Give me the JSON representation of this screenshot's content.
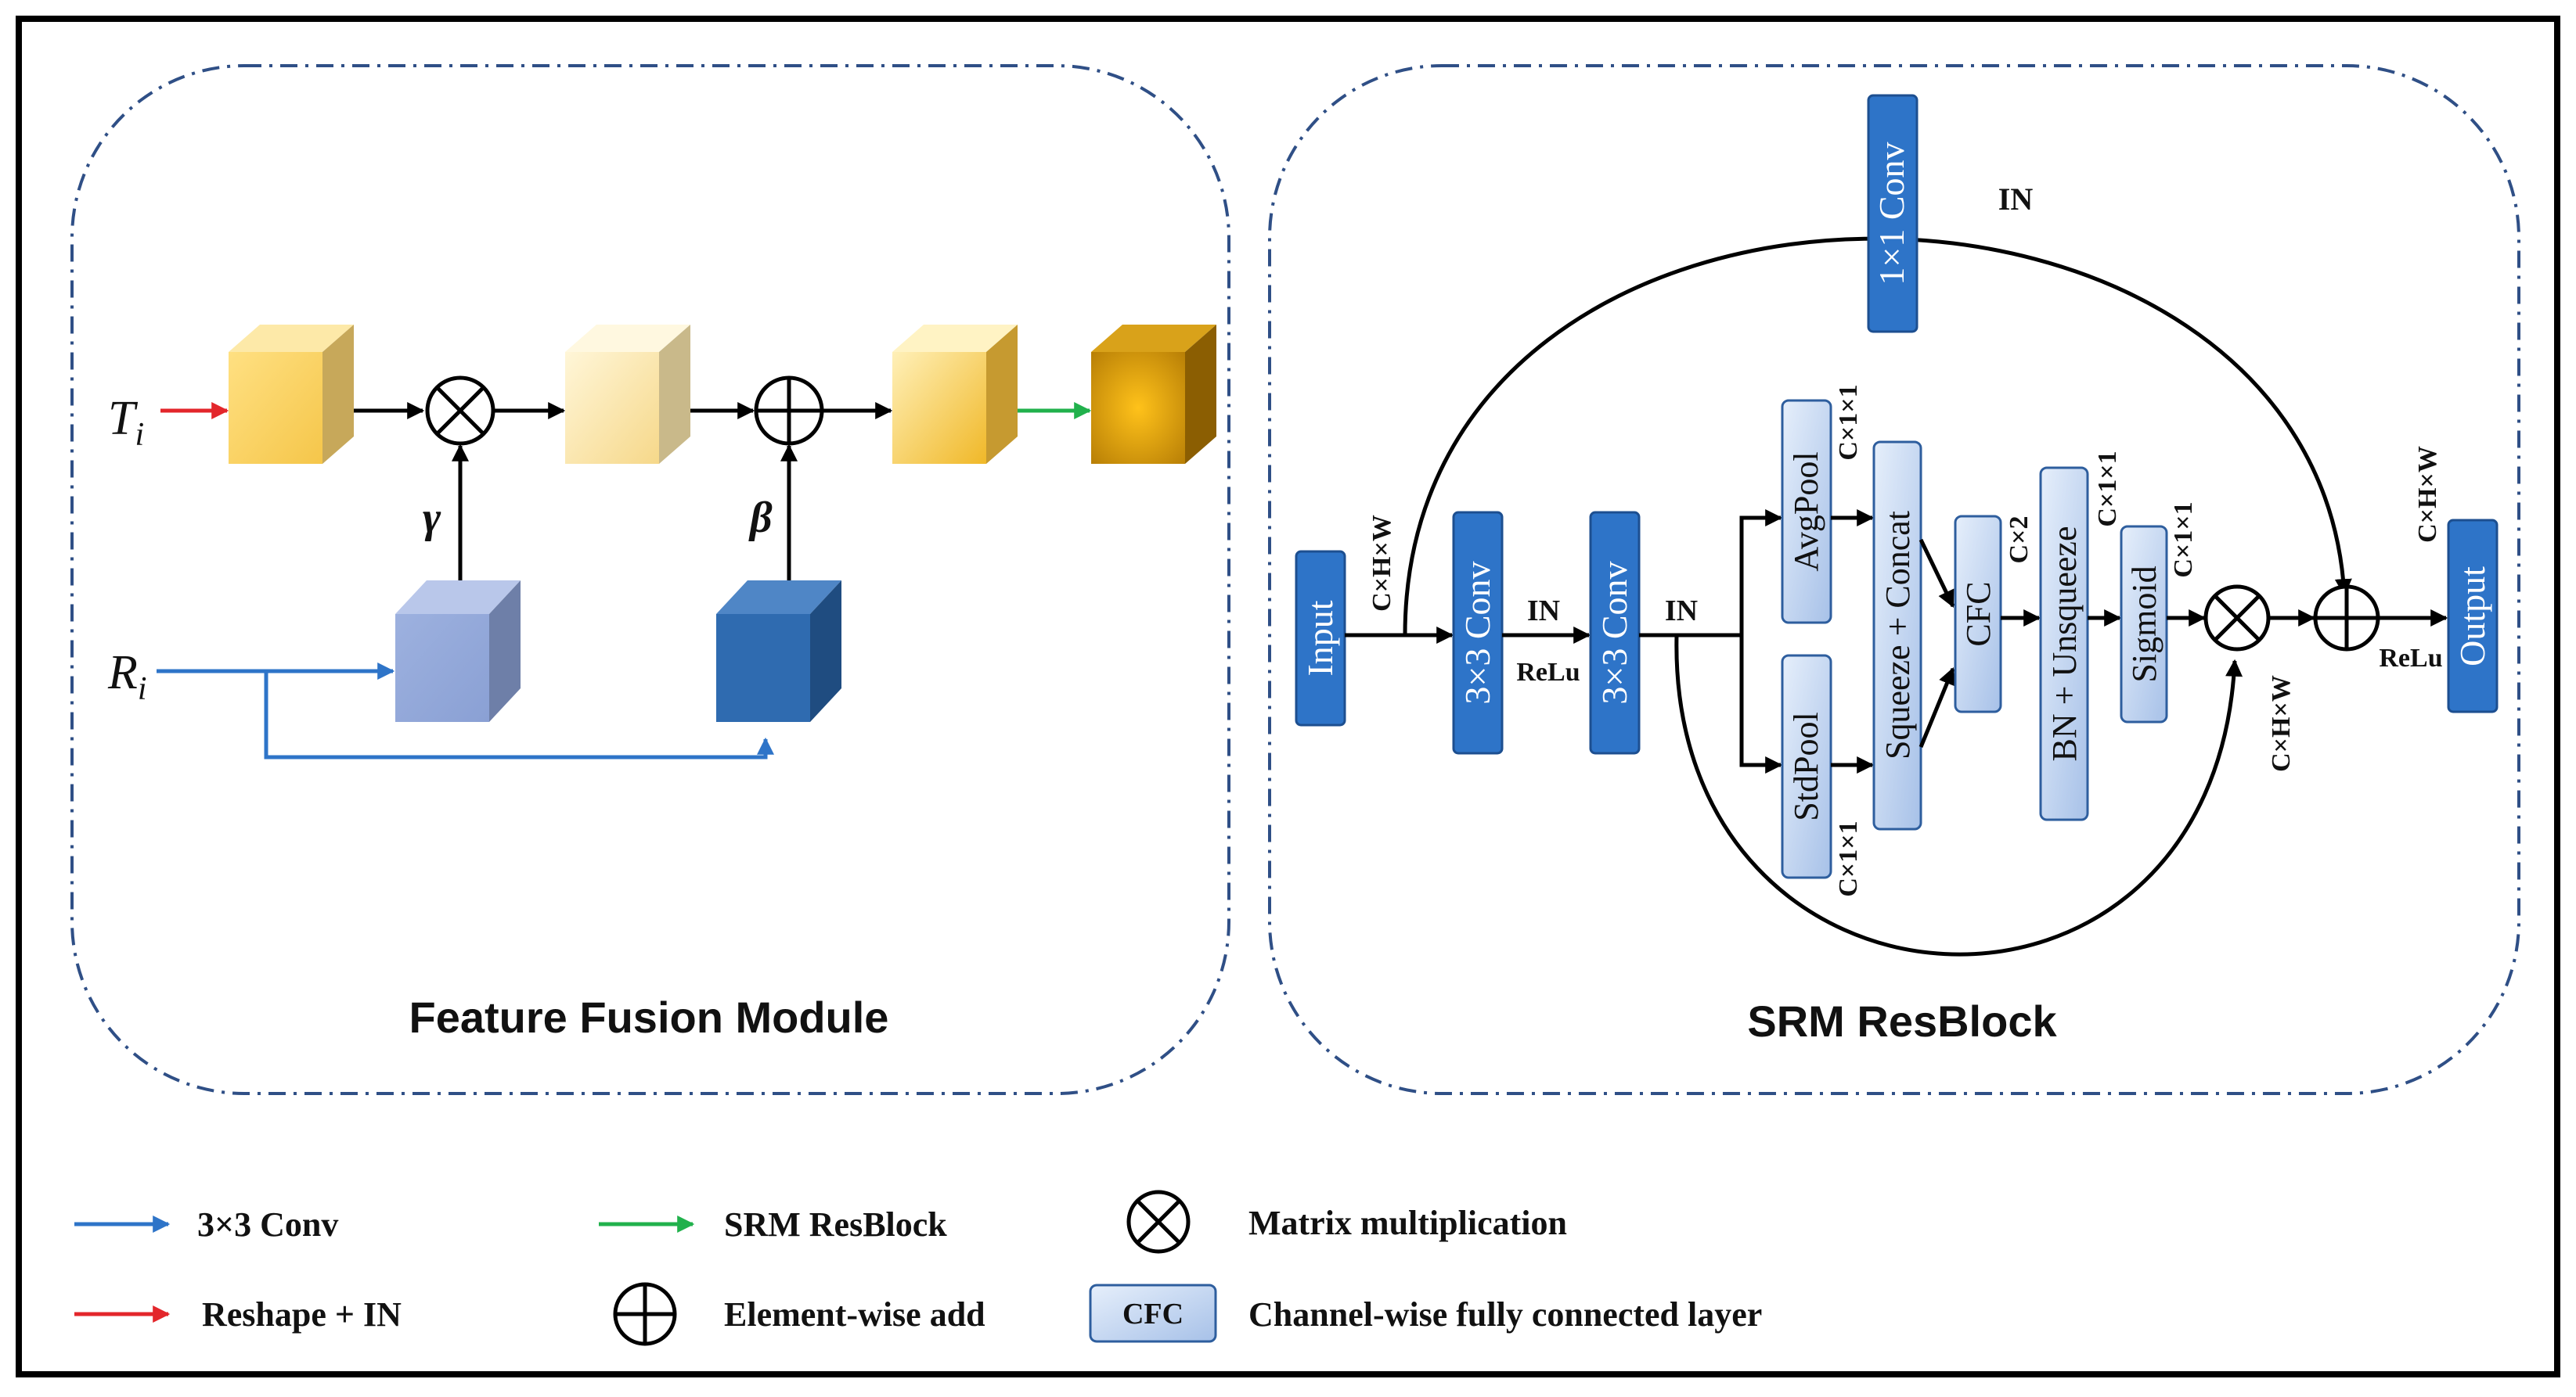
{
  "fusion": {
    "title": "Feature Fusion Module",
    "input_t": "T",
    "input_t_sub": "i",
    "input_r": "R",
    "input_r_sub": "i",
    "gamma": "γ",
    "beta": "β"
  },
  "srm": {
    "title": "SRM ResBlock",
    "input": "Input",
    "conv1": "3×3 Conv",
    "conv2": "3×3 Conv",
    "conv_top": "1×1 Conv",
    "avgpool": "AvgPool",
    "stdpool": "StdPool",
    "squeeze_concat": "Squeeze + Concat",
    "cfc": "CFC",
    "bn_unsqueeze": "BN + Unsqueeze",
    "sigmoid": "Sigmoid",
    "output": "Output",
    "in_top": "IN",
    "in_1": "IN",
    "relu_1": "ReLu",
    "in_2": "IN",
    "relu_out": "ReLu",
    "dim_input": "C×H×W",
    "dim_avg": "C×1×1",
    "dim_std": "C×1×1",
    "dim_cfc": "C×2",
    "dim_bn": "C×1×1",
    "dim_sig": "C×1×1",
    "dim_mul": "C×H×W",
    "dim_out": "C×H×W"
  },
  "legend": {
    "conv": "3×3 Conv",
    "reshape": "Reshape + IN",
    "srm": "SRM ResBlock",
    "add": "Element-wise add",
    "mul": "Matrix multiplication",
    "cfc_box": "CFC",
    "cfc_desc": "Channel-wise fully connected layer"
  },
  "colors": {
    "blue_arrow": "#2e74c8",
    "red_arrow": "#e3262b",
    "green_arrow": "#21b14c",
    "dash_border": "#2f4f86"
  }
}
